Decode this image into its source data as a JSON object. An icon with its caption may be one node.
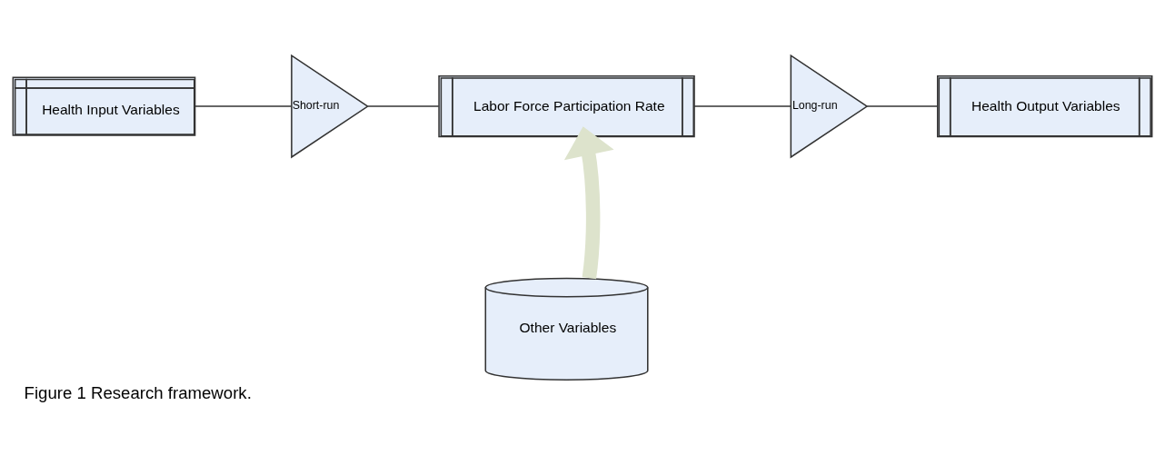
{
  "diagram": {
    "caption": "Figure 1 Research framework.",
    "nodes": [
      {
        "text": [
          "Health Input Variables"
        ]
      },
      {
        "text": [
          "Short-run"
        ]
      },
      {
        "text": [
          "Labor Force Participation Rate"
        ]
      },
      {
        "text": [
          "Long-run"
        ]
      },
      {
        "text": [
          "Health Output Variables"
        ]
      },
      {
        "text": [
          "Other Variables"
        ]
      }
    ],
    "edges": [
      {
        "from": 0,
        "to": 1,
        "arrow": "none"
      },
      {
        "from": 1,
        "to": 2,
        "arrow": "none"
      },
      {
        "from": 2,
        "to": 3,
        "arrow": "none"
      },
      {
        "from": 3,
        "to": 4,
        "arrow": "none"
      },
      {
        "from": 5,
        "to": 2,
        "arrow": "to",
        "style": "thick",
        "color": "#dde3cc"
      }
    ]
  }
}
